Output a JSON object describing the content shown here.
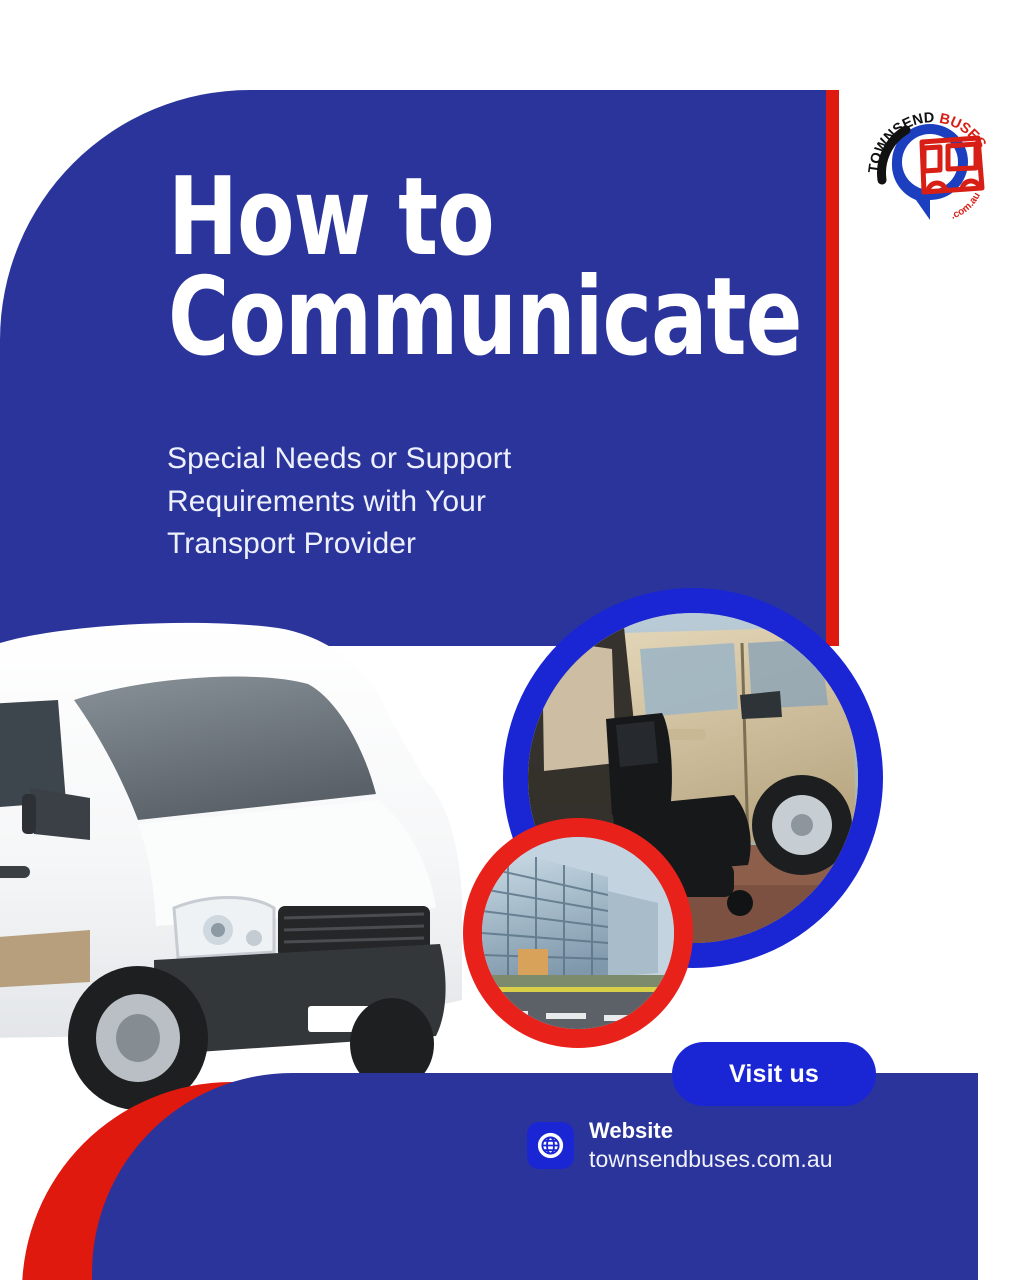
{
  "brand": {
    "logo_text_primary": "TOWNSEND",
    "logo_text_secondary": "BUSES",
    "logo_domain": ".com.au",
    "navy": "#2a349b",
    "bright_blue": "#1a26d4",
    "red": "#e0190f",
    "white": "#ffffff"
  },
  "headline": "How to\nCommunicate",
  "subheadline": "Special Needs or Support\nRequirements with Your\nTransport Provider",
  "cta": {
    "label": "Visit us"
  },
  "contact": {
    "icon": "globe-icon",
    "title": "Website",
    "value": "townsendbuses.com.au"
  },
  "media": {
    "van_photo": "white-high-roof-van-front-three-quarter",
    "circle_large_photo": "gold-van-with-wheelchair-seat-lift",
    "circle_small_photo": "glass-office-building-beside-road"
  }
}
